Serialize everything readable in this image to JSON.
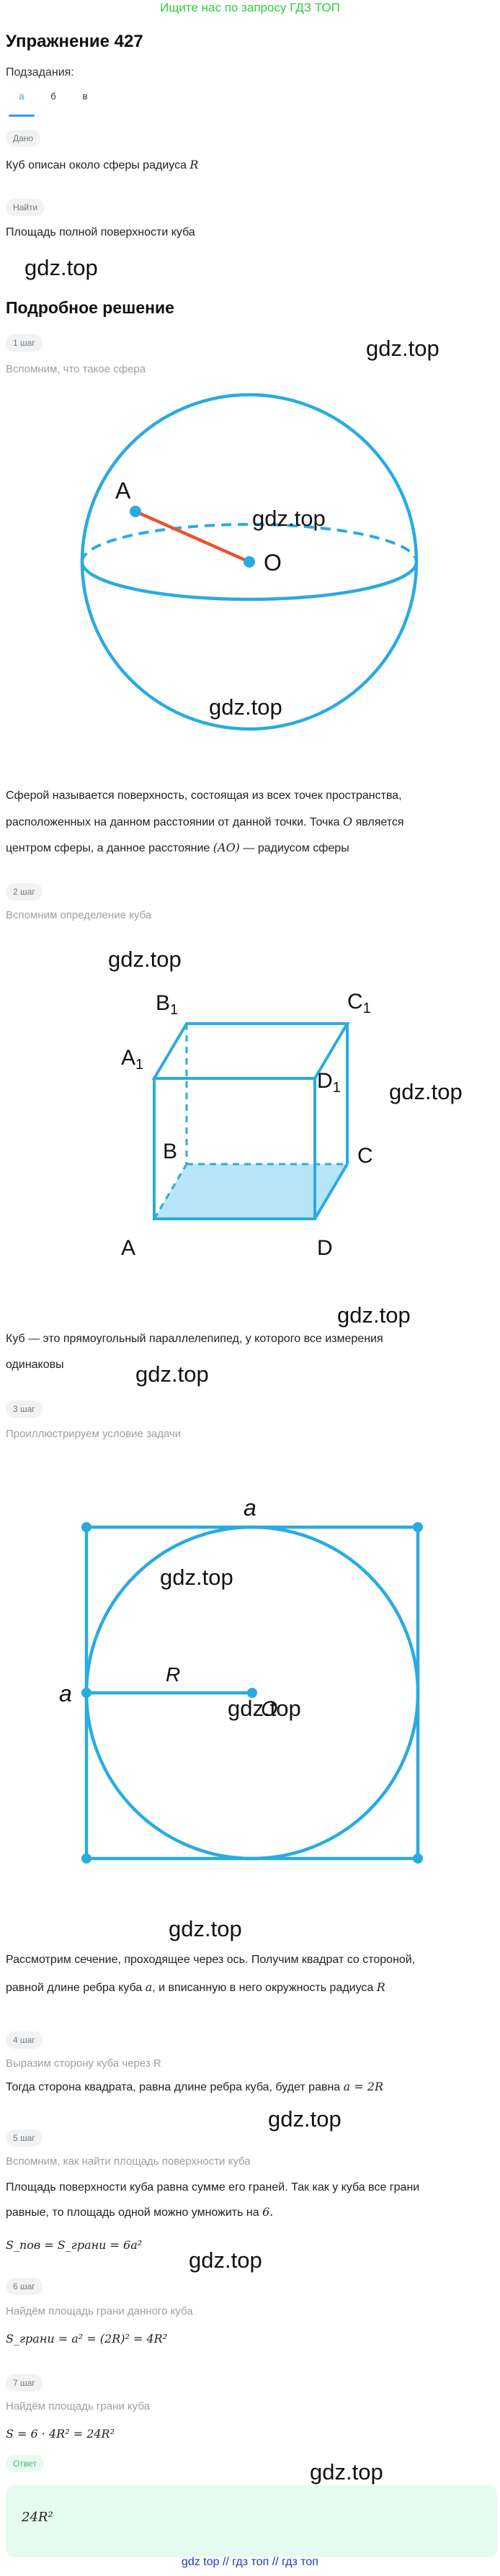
{
  "banner": "Ищите нас по запросу ГДЗ ТОП",
  "title": "Упражнение 427",
  "subtasks_label": "Подзадания:",
  "tabs": [
    "а",
    "б",
    "в"
  ],
  "given": {
    "badge": "Дано",
    "text": "Куб описан около сферы радиуса",
    "var": "R"
  },
  "find": {
    "badge": "Найти",
    "text": "Площадь полной поверхности куба"
  },
  "solution_heading": "Подробное решение",
  "watermark": "gdz.top",
  "steps": [
    {
      "badge": "1 шаг",
      "hint": "Вспомним, что такое сфера",
      "text1": "Сферой называется поверхность, состоящая из всех точек пространства,",
      "text2a": "расположенных на данном расстоянии от данной точки. Точка ",
      "text2b": "O",
      "text2c": " является",
      "text3a": "центром сферы, а данное расстояние ",
      "text3b": "(AO)",
      "text3c": " — радиусом сферы"
    },
    {
      "badge": "2 шаг",
      "hint": "Вспомним определение куба",
      "text1": "Куб — это прямоугольный параллелепипед, у которого все измерения",
      "text2": "одинаковы"
    },
    {
      "badge": "3 шаг",
      "hint": "Проиллюстрируем условие задачи",
      "text1": "Рассмотрим сечение, проходящее через ось. Получим квадрат со стороной,",
      "text2a": "равной длине ребра куба ",
      "text2b": "a",
      "text2c": ", и вписанную в него окружность радиуса ",
      "text2d": "R"
    },
    {
      "badge": "4 шаг",
      "hint": "Выразим сторону куба через R",
      "text1": "Тогда сторона квадрата, равна длине ребра куба, будет равна ",
      "formula": "a = 2R"
    },
    {
      "badge": "5 шаг",
      "hint": "Вспомним, как найти площадь поверхности куба",
      "text1": "Площадь поверхности куба равна сумме его граней. Так как у куба все грани",
      "text2a": "равные, то площадь одной можно умножить на ",
      "text2b": "6.",
      "formula": "S_пов = S_грани = 6a²"
    },
    {
      "badge": "6 шаг",
      "hint": "Найдём площадь грани данного куба",
      "formula": "S_грани = a² = (2R)² = 4R²"
    },
    {
      "badge": "7 шаг",
      "hint": "Найдём площадь грани куба",
      "formula": "S = 6 · 4R² = 24R²"
    }
  ],
  "answer": {
    "badge": "Ответ",
    "value": "24R²"
  },
  "figures": {
    "sphere": {
      "point_a": "A",
      "center": "O"
    },
    "cube": {
      "labels": [
        "A",
        "B",
        "C",
        "D",
        "A1",
        "B1",
        "C1",
        "D1"
      ]
    },
    "section": {
      "side": "a",
      "radius": "R",
      "center": "O"
    }
  },
  "colors": {
    "accent": "#2f9ee8",
    "figure_blue": "#29abe2",
    "radius_red": "#e8542e",
    "banner_green": "#2ecc40",
    "footer_blue": "#1a3bb8"
  },
  "footer": "gdz top // гдз топ // гдз топ"
}
